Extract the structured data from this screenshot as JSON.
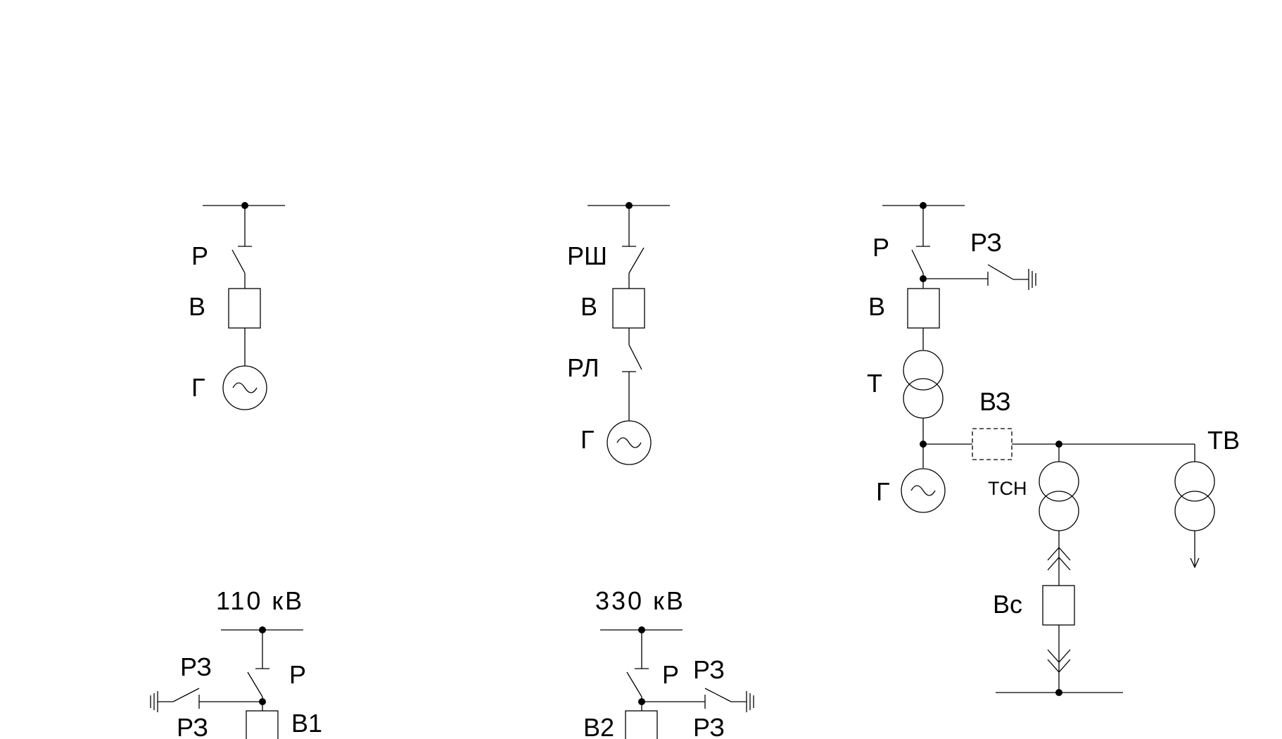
{
  "scheme1": {
    "disconnector": "Р",
    "breaker": "В",
    "generator": "Г"
  },
  "scheme2": {
    "bus_disconnector": "РШ",
    "breaker": "В",
    "line_disconnector": "РЛ",
    "generator": "Г"
  },
  "scheme3": {
    "disconnector": "Р",
    "earthing_switch": "РЗ",
    "breaker": "В",
    "transformer": "Т",
    "generator": "Г",
    "dashed_breaker": "ВЗ",
    "aux_transformer": "ТСН",
    "excitation_transformer": "ТВ",
    "aux_breaker": "Вс"
  },
  "scheme4": {
    "voltage": "110 кВ",
    "earthing_switch_top": "РЗ",
    "disconnector": "Р",
    "earthing_switch_bottom": "РЗ",
    "breaker": "В1"
  },
  "scheme5": {
    "voltage": "330 кВ",
    "disconnector": "Р",
    "earthing_switch_top": "РЗ",
    "breaker": "В2",
    "earthing_switch_bottom": "РЗ"
  }
}
